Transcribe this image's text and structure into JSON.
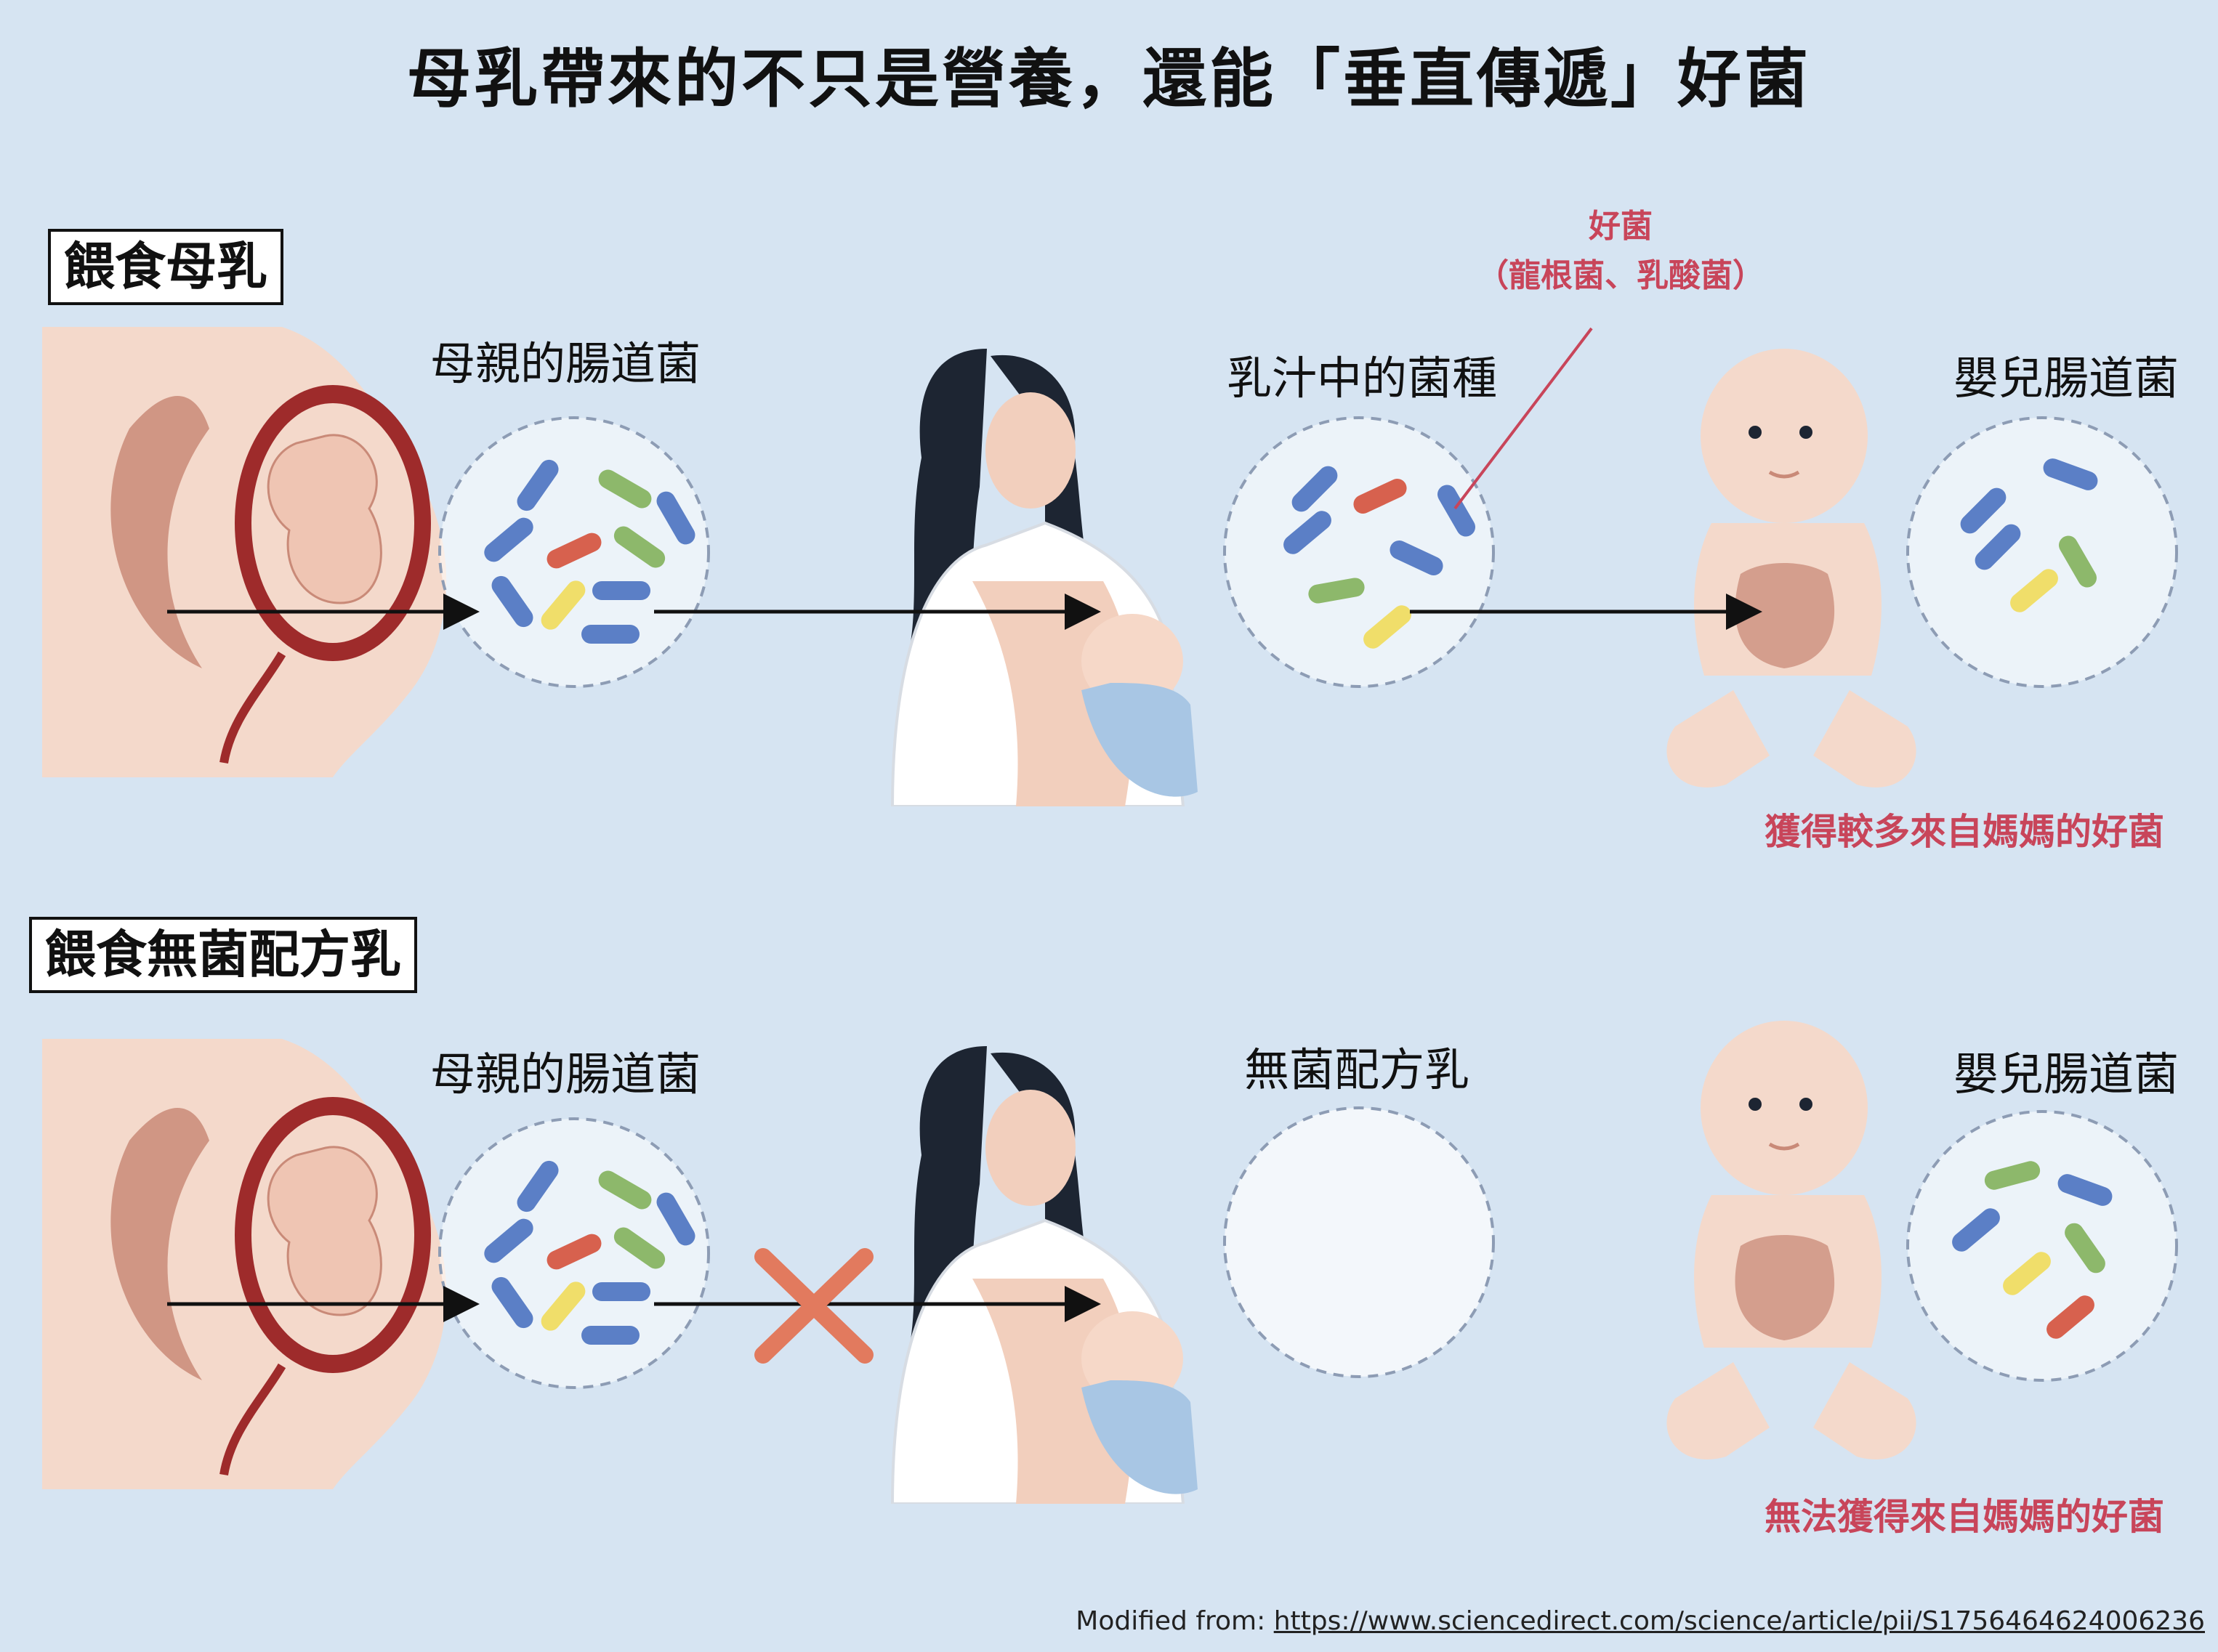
{
  "title": "母乳帶來的不只是營養，還能「垂直傳遞」好菌",
  "row_breastfeeding": {
    "section_label": "餵食母乳",
    "mother_gut_label": "母親的腸道菌",
    "milk_label": "乳汁中的菌種",
    "callout_title": "好菌",
    "callout_detail": "（龍根菌、乳酸菌）",
    "infant_gut_label": "嬰兒腸道菌",
    "result": "獲得較多來自媽媽的好菌"
  },
  "row_formula": {
    "section_label": "餵食無菌配方乳",
    "mother_gut_label": "母親的腸道菌",
    "formula_label": "無菌配方乳",
    "infant_gut_label": "嬰兒腸道菌",
    "result": "無法獲得來自媽媽的好菌"
  },
  "footer": {
    "prefix": "Modified from: ",
    "url": "https://www.sciencedirect.com/science/article/pii/S1756464624006236"
  },
  "colors": {
    "background": "#d6e4f2",
    "accent_red": "#c8455a",
    "cross_orange": "#e27a5e",
    "bacteria_blue": "#5b7fc6",
    "bacteria_green": "#8db86b",
    "bacteria_red": "#d7614e",
    "bacteria_yellow": "#f0de6a"
  },
  "icons": {
    "pregnant_mother": "pregnant-mother-illustration",
    "breastfeeding_mother": "breastfeeding-mother-illustration",
    "infant": "infant-illustration",
    "blocked": "cross-icon"
  }
}
